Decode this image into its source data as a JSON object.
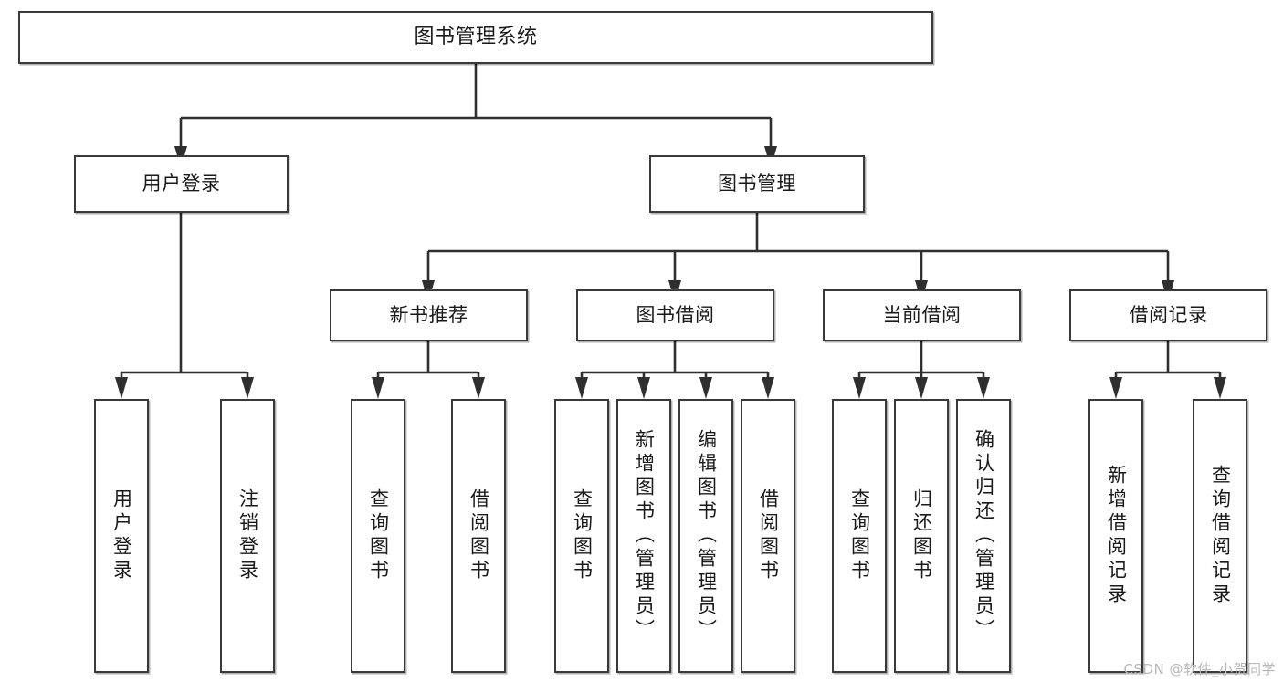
{
  "diagram": {
    "type": "tree-hierarchy",
    "title": "图书管理系统",
    "root": {
      "label": "图书管理系统"
    },
    "level1": [
      {
        "label": "用户登录"
      },
      {
        "label": "图书管理"
      }
    ],
    "level2": [
      {
        "label": "新书推荐"
      },
      {
        "label": "图书借阅"
      },
      {
        "label": "当前借阅"
      },
      {
        "label": "借阅记录"
      }
    ],
    "leaves": {
      "user_login": [
        {
          "label": "用户登录"
        },
        {
          "label": "注销登录"
        }
      ],
      "new_book_recommend": [
        {
          "label": "查询图书"
        },
        {
          "label": "借阅图书"
        }
      ],
      "book_borrow": [
        {
          "label": "查询图书"
        },
        {
          "label": "新增图书（管理员）"
        },
        {
          "label": "编辑图书（管理员）"
        },
        {
          "label": "借阅图书"
        }
      ],
      "current_borrow": [
        {
          "label": "查询图书"
        },
        {
          "label": "归还图书"
        },
        {
          "label": "确认归还（管理员）"
        }
      ],
      "borrow_record": [
        {
          "label": "新增借阅记录"
        },
        {
          "label": "查询借阅记录"
        }
      ]
    }
  },
  "watermark": {
    "text": "CSDN @软件_小贺同学"
  },
  "colors": {
    "stroke": "#3a3a3a",
    "fill": "#ffffff",
    "text": "#1a1a1a",
    "watermark": "#b8b8b8"
  }
}
